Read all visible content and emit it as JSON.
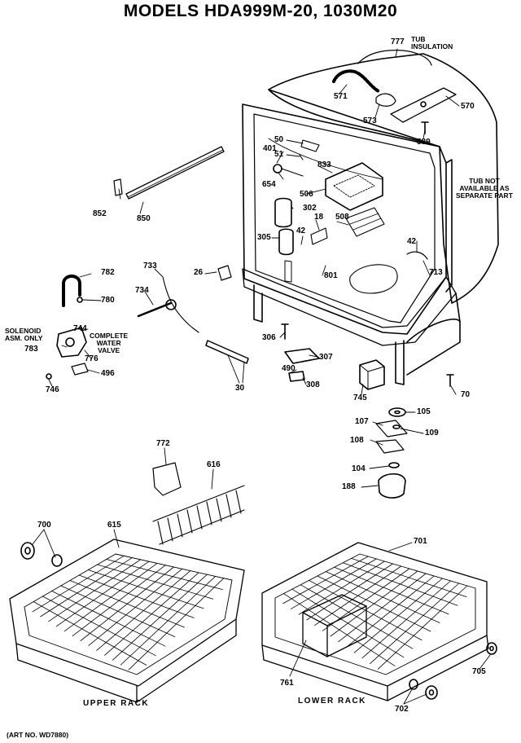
{
  "title": "MODELS HDA999M-20, 1030M20",
  "notes": {
    "tub_insulation": [
      "TUB",
      "INSULATION"
    ],
    "tub_not_available": [
      "TUB NOT",
      "AVAILABLE AS",
      "SEPARATE PART"
    ],
    "solenoid_assembly": [
      "SOLENOID",
      "ASM. ONLY"
    ],
    "complete_water_valve": [
      "COMPLETE",
      "WATER",
      "VALVE"
    ]
  },
  "captions": {
    "upper_rack": "UPPER RACK",
    "lower_rack": "LOWER RACK",
    "art_number": "(ART NO. WD7880)"
  },
  "part_labels": [
    "777",
    "571",
    "570",
    "573",
    "589",
    "50",
    "51",
    "401",
    "833",
    "654",
    "506",
    "302",
    "18",
    "508",
    "305",
    "42",
    "801",
    "852",
    "850",
    "713",
    "782",
    "733",
    "26",
    "780",
    "734",
    "744",
    "783",
    "776",
    "496",
    "746",
    "306",
    "307",
    "490",
    "308",
    "30",
    "745",
    "70",
    "105",
    "107",
    "109",
    "108",
    "104",
    "188",
    "772",
    "616",
    "700",
    "615",
    "701",
    "761",
    "705",
    "702"
  ]
}
